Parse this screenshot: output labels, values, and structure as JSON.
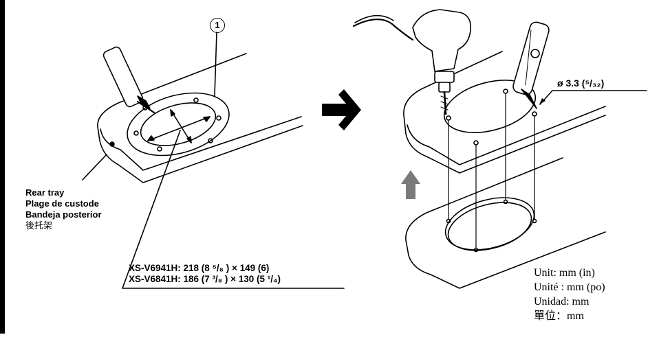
{
  "callout_number": "1",
  "tray_label": [
    "Rear tray",
    "Plage de custode",
    "Bandeja posterior",
    "後托架"
  ],
  "dimensions": [
    "XS-V6941H: 218 (8 ⁵/₈ ) × 149 (6)",
    "XS-V6841H: 186 (7 ³/₈ ) × 130 (5 ¹/₄)"
  ],
  "hole_diameter": "ø 3.3 (⁵/₃₂)",
  "units": [
    "Unit: mm (in)",
    "Unité : mm (po)",
    "Unidad: mm",
    "單位：mm"
  ],
  "icons": [
    "screwdriver-icon",
    "drill-icon",
    "utility-knife-icon",
    "right-arrow-icon",
    "up-arrow-icon"
  ]
}
